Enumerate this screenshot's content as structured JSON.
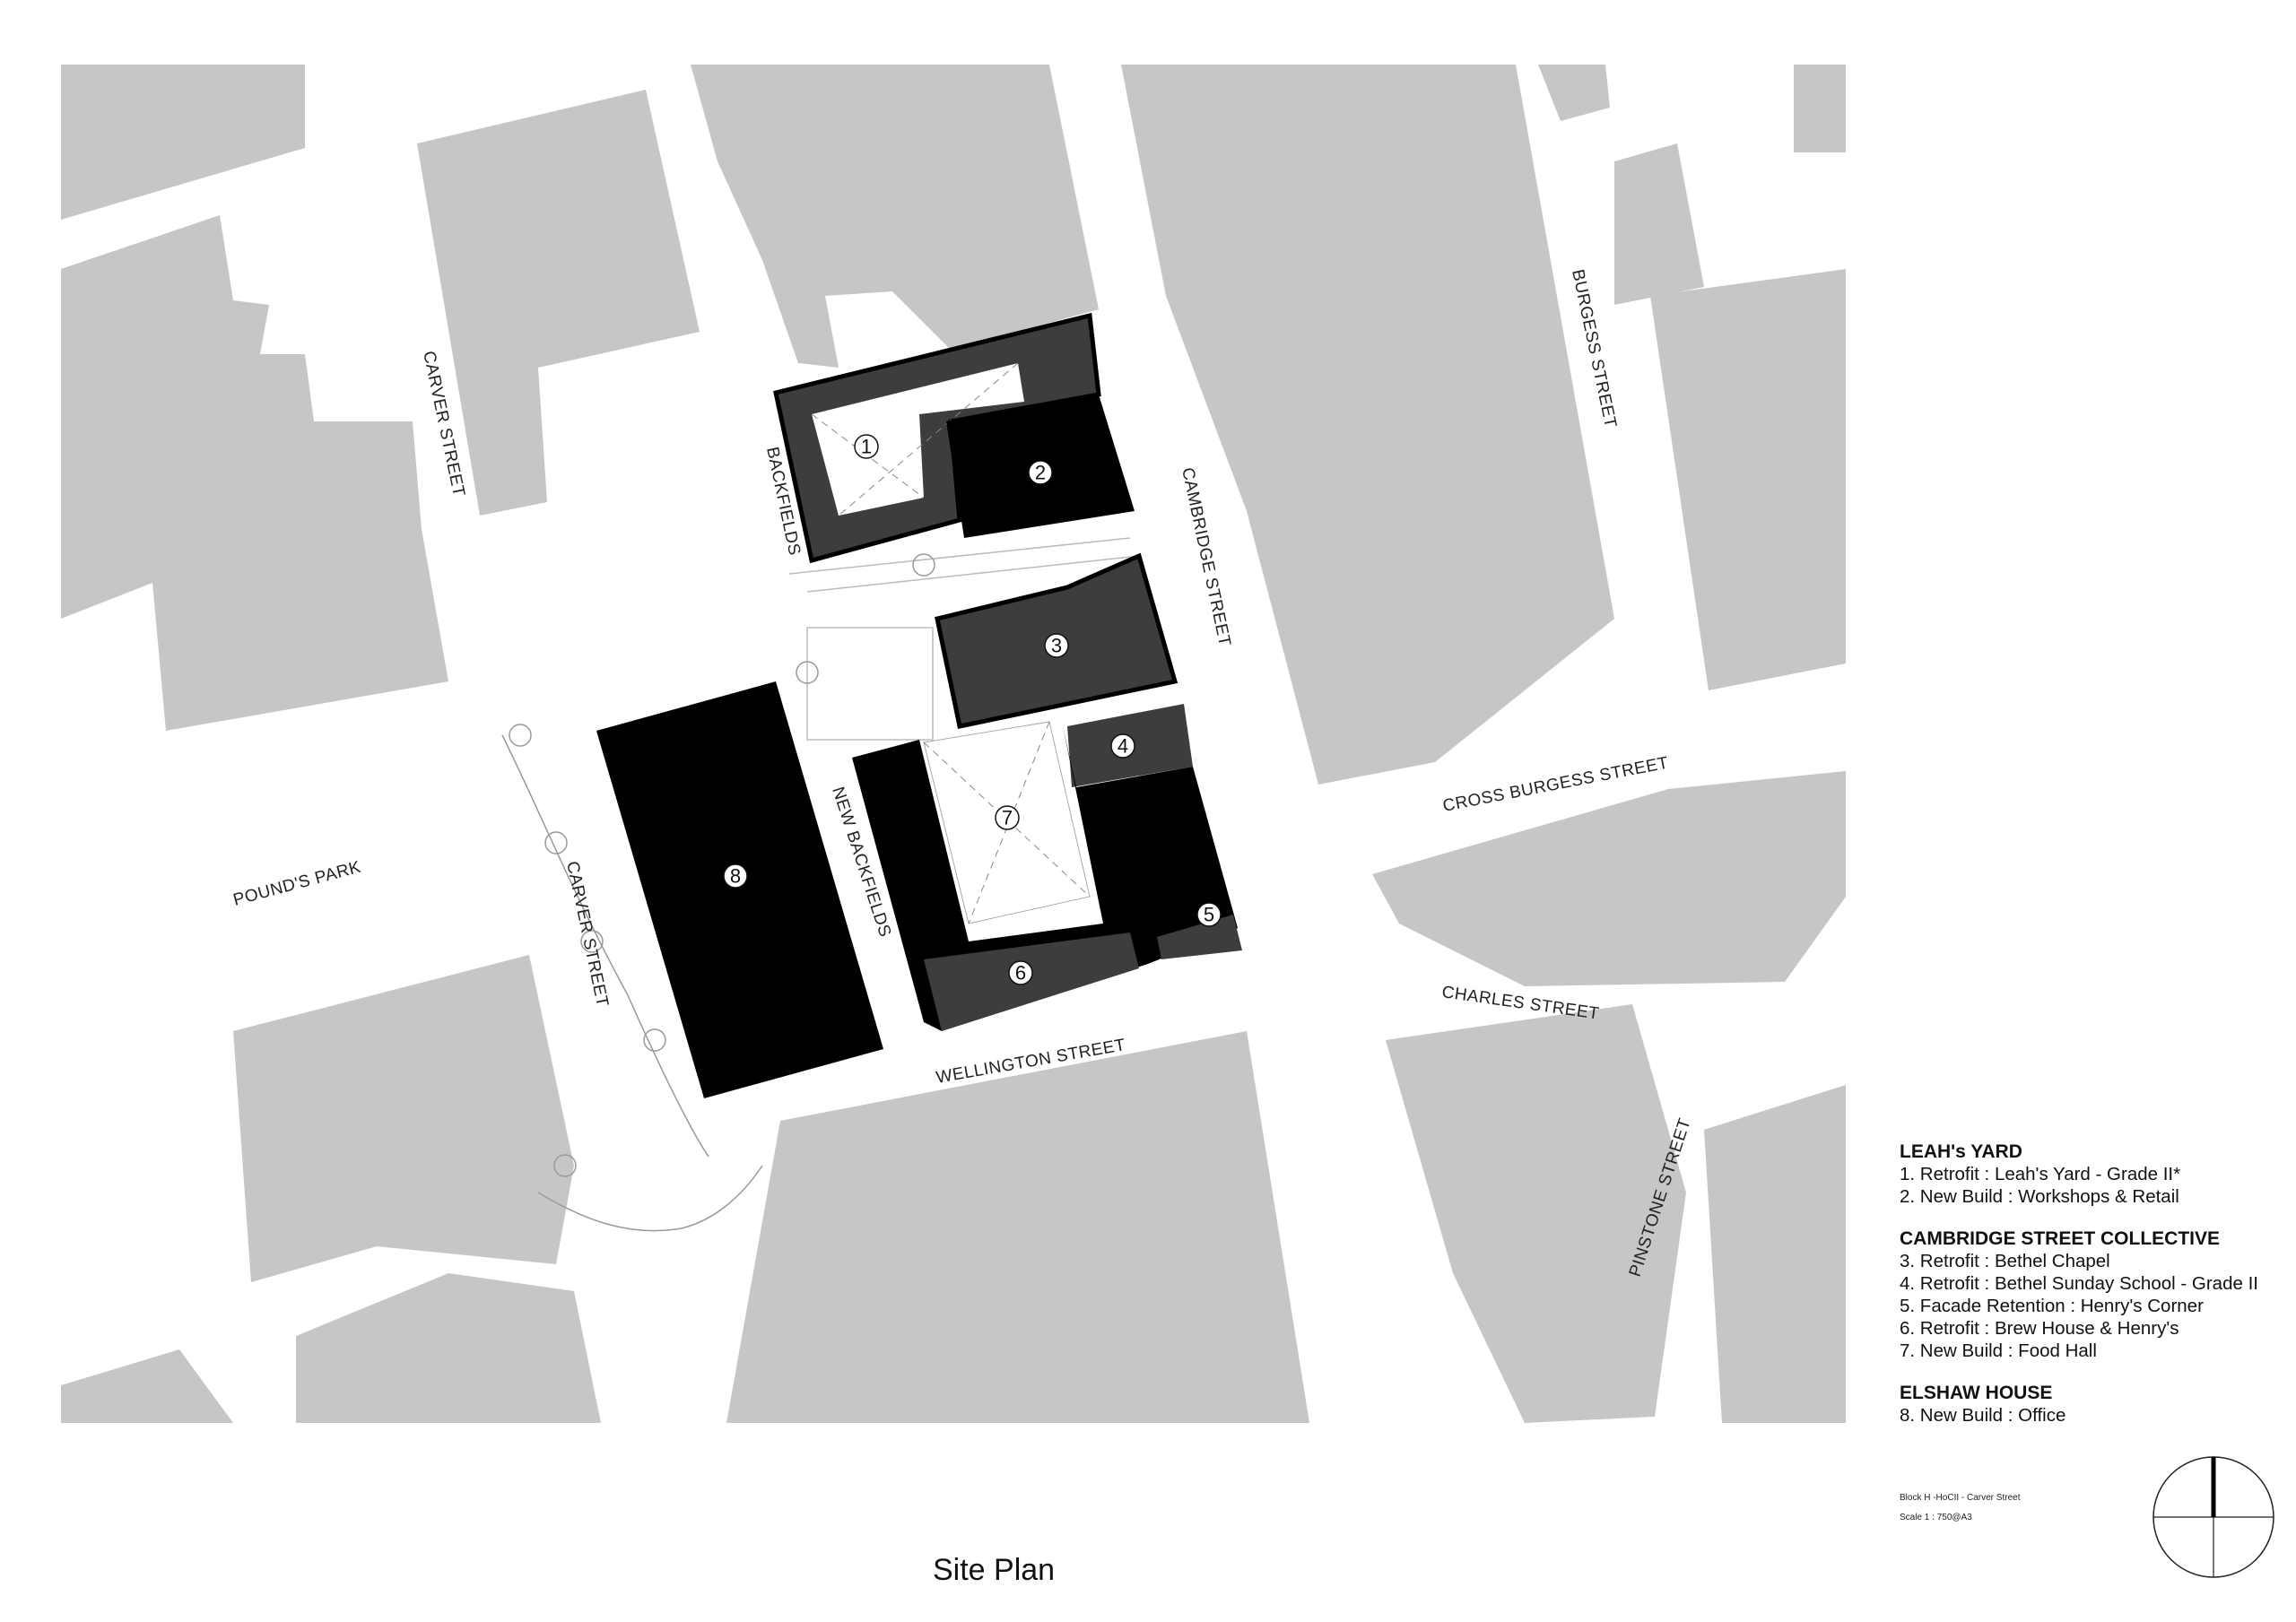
{
  "title": "Site Plan",
  "streets": {
    "carver_street_north": "CARVER STREET",
    "carver_street_south": "CARVER STREET",
    "backfields": "BACKFIELDS",
    "new_backfields": "NEW BACKFIELDS",
    "cambridge_street": "CAMBRIDGE STREET",
    "burgess_street": "BURGESS STREET",
    "cross_burgess_street": "CROSS BURGESS STREET",
    "charles_street": "CHARLES STREET",
    "wellington_street": "WELLINGTON STREET",
    "pinstone_street": "PINSTONE STREET",
    "pounds_park": "POUND'S PARK"
  },
  "markers": [
    "1",
    "2",
    "3",
    "4",
    "5",
    "6",
    "7",
    "8"
  ],
  "legend": [
    {
      "group": "LEAH's YARD",
      "items": [
        "1. Retrofit  :  Leah's Yard - Grade II*",
        "2. New Build  :  Workshops & Retail"
      ]
    },
    {
      "group": "CAMBRIDGE STREET COLLECTIVE",
      "items": [
        "3. Retrofit  :  Bethel Chapel",
        "4. Retrofit  :  Bethel Sunday School - Grade II",
        "5. Facade Retention  :  Henry's Corner",
        "6. Retrofit  :  Brew House & Henry's",
        "7. New Build  :  Food Hall"
      ]
    },
    {
      "group": "ELSHAW HOUSE",
      "items": [
        "8. New Build  :  Office"
      ]
    }
  ],
  "block_info": {
    "line1": "Block H -HoCII - Carver Street",
    "line2": "Scale   1 : 750@A3"
  },
  "colors": {
    "context_building": "#c6c6c6",
    "ground": "#ffffff",
    "dark_building": "#3d3d3d",
    "black_building": "#000000"
  }
}
